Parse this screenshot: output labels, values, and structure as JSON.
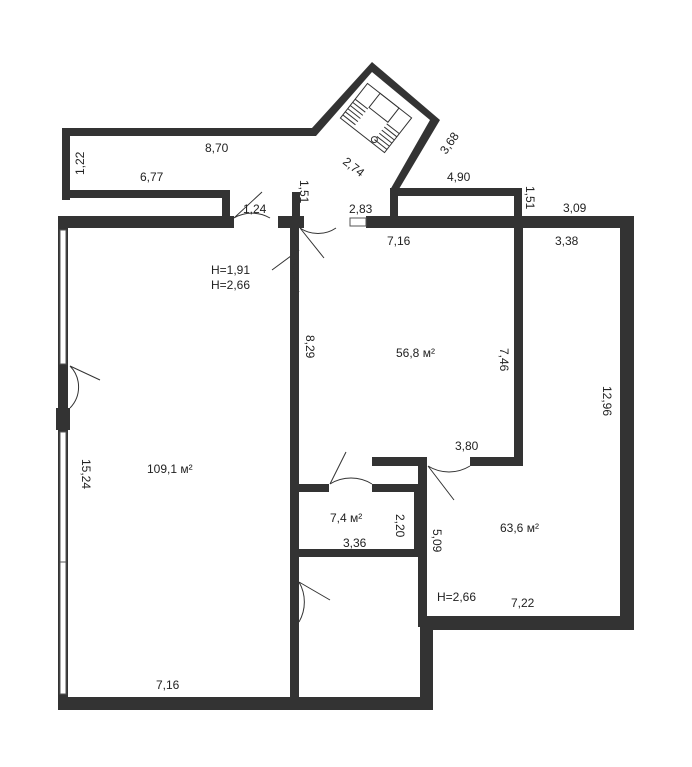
{
  "colors": {
    "wall": "#333333",
    "background": "#ffffff",
    "text": "#222222"
  },
  "labels": {
    "d870": "8,70",
    "d122": "1,22",
    "d677": "6,77",
    "d274": "2,74",
    "d368": "3,68",
    "d490": "4,90",
    "d151a": "1,51",
    "d151b": "1,51",
    "d309": "3,09",
    "d124": "1,24",
    "d283": "2,83",
    "d716a": "7,16",
    "d338": "3,38",
    "h191": "H=1,91",
    "h266a": "H=2,66",
    "d829": "8,29",
    "area568": "56,8 м²",
    "d746": "7,46",
    "d1296": "12,96",
    "d1524": "15,24",
    "area1091": "109,1 м²",
    "d380": "3,80",
    "area74": "7,4 м²",
    "d220": "2,20",
    "d509": "5,09",
    "area636": "63,6 м²",
    "d336": "3,36",
    "h266b": "H=2,66",
    "d722": "7,22",
    "d716b": "7,16"
  }
}
